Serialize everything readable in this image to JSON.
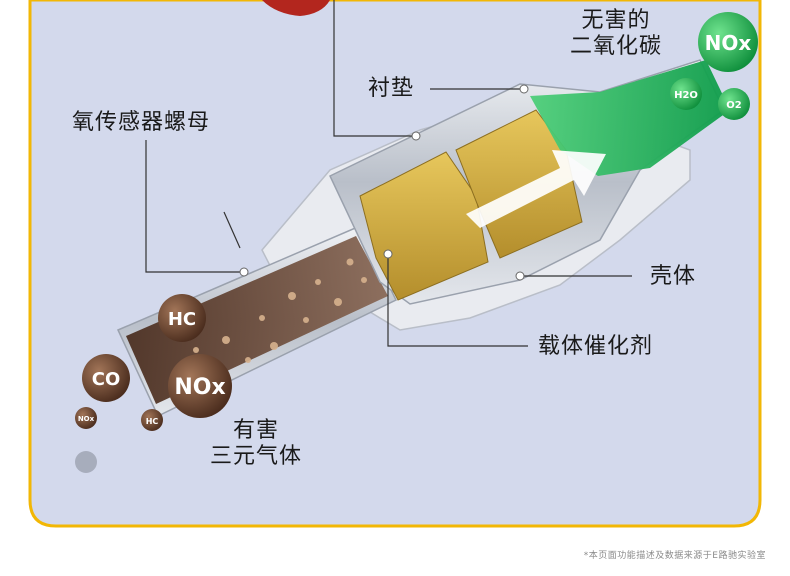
{
  "labels": {
    "gasket": "衬垫",
    "o2_sensor_nut": "氧传感器螺母",
    "shell": "壳体",
    "catalyst_carrier": "载体催化剂",
    "harmless_line1": "无害的",
    "harmless_line2": "二氧化碳",
    "harmful_line1": "有害",
    "harmful_line2": "三元气体"
  },
  "bubbles": {
    "harmful": [
      "HC",
      "CO",
      "NOx",
      "NOx",
      "HC"
    ],
    "harmless": [
      "NOx",
      "H2O",
      "O2"
    ]
  },
  "disclaimer": "*本页面功能描述及数据来源于E路驰实验室",
  "colors": {
    "panel_bg": "#d3d9ec",
    "panel_border": "#f2b705",
    "dirty_gas": "#6b4a36",
    "clean_gas": "#22b356",
    "catalyst_gold": "#d9b44a",
    "pipe_metal": "#c9ced6"
  }
}
